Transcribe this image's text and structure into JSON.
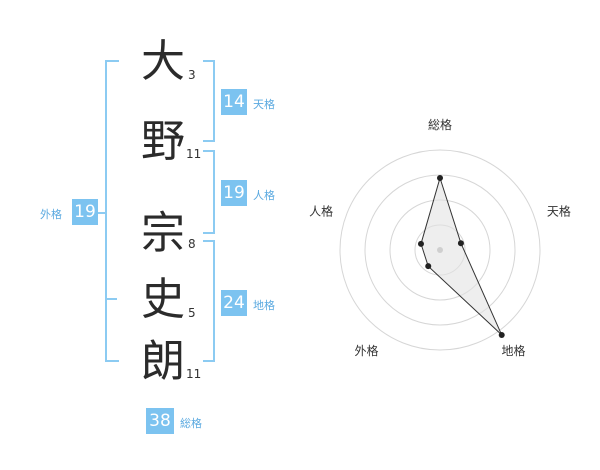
{
  "name_chars": [
    {
      "char": "大",
      "strokes": "3"
    },
    {
      "char": "野",
      "strokes": "11"
    },
    {
      "char": "宗",
      "strokes": "8"
    },
    {
      "char": "史",
      "strokes": "5"
    },
    {
      "char": "朗",
      "strokes": "11"
    }
  ],
  "fortunes": {
    "tenkaku": {
      "value": "14",
      "label": "天格"
    },
    "jinkaku": {
      "value": "19",
      "label": "人格"
    },
    "chikaku": {
      "value": "24",
      "label": "地格"
    },
    "gaikaku": {
      "value": "19",
      "label": "外格"
    },
    "soukaku": {
      "value": "38",
      "label": "総格"
    }
  },
  "radar": {
    "axes": [
      "総格",
      "天格",
      "地格",
      "外格",
      "人格"
    ],
    "levels": 4,
    "values": [
      0.72,
      0.22,
      1.05,
      0.2,
      0.2
    ]
  },
  "colors": {
    "accent": "#7cc3f0",
    "bracket": "#8ccbf2",
    "label": "#5aa9e0"
  }
}
